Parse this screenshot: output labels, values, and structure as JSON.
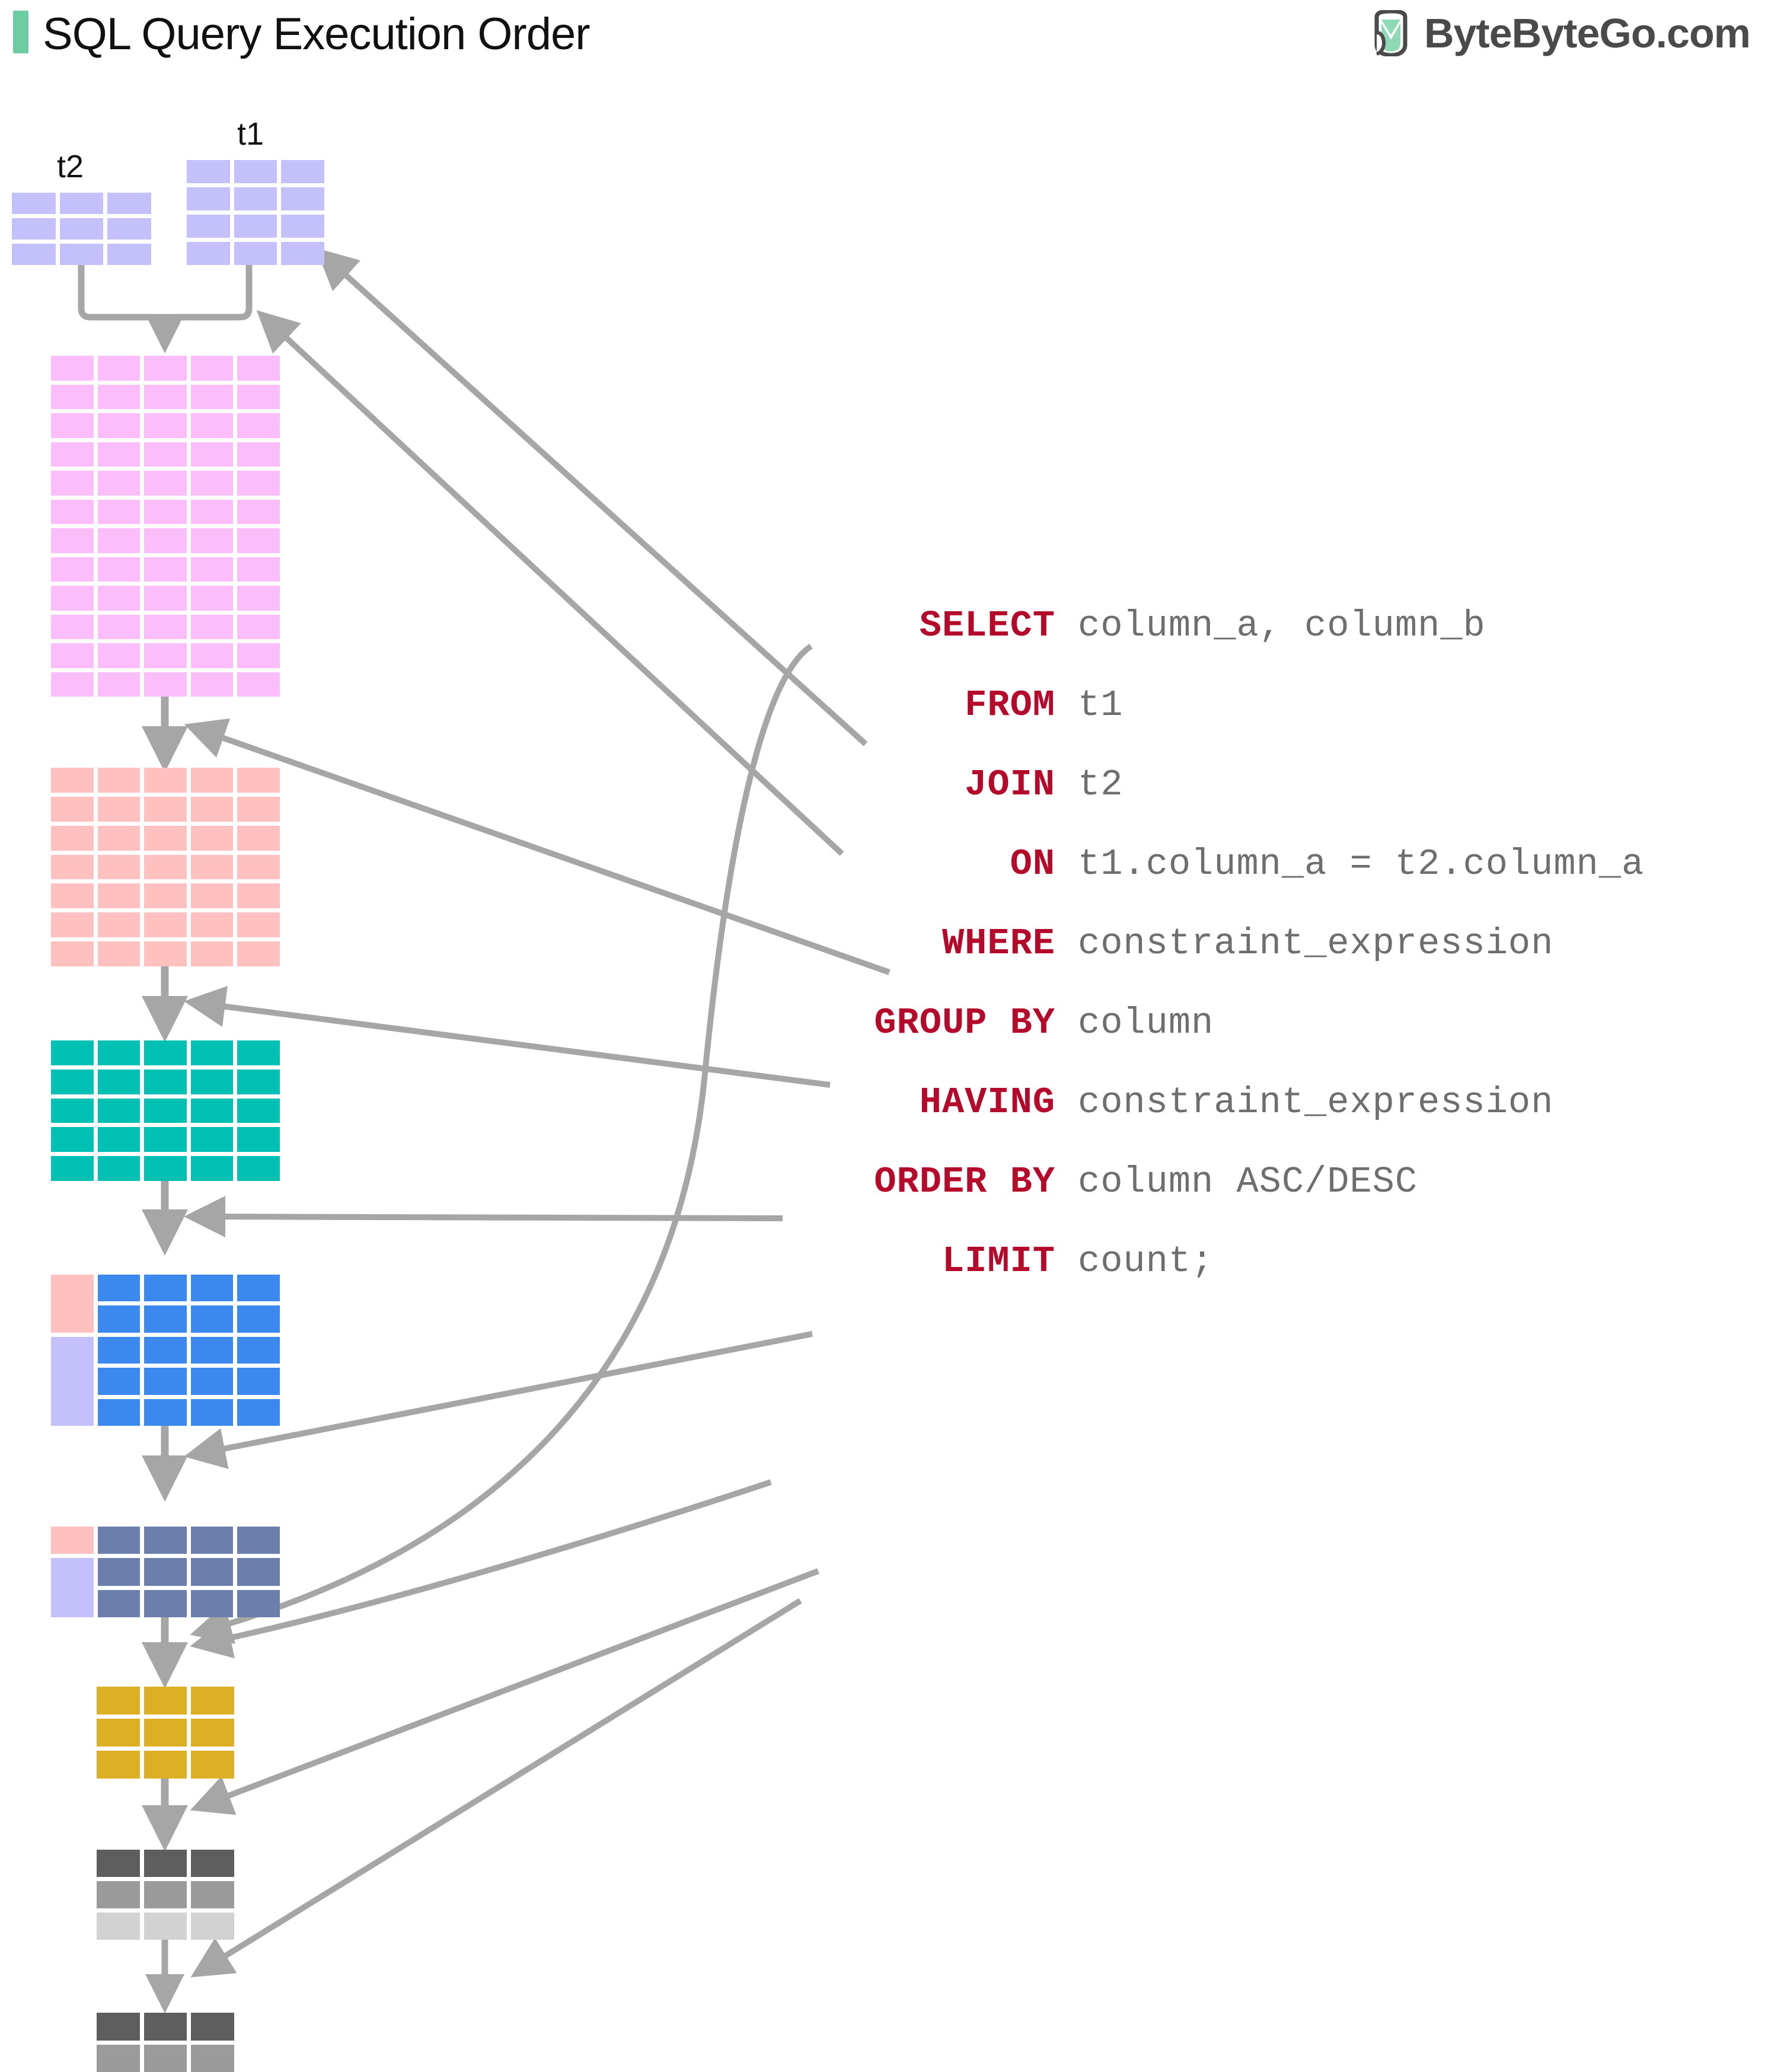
{
  "header": {
    "title": "SQL Query Execution Order",
    "accent_color": "#6ECCA2",
    "brand_name": "ByteByteGo.com",
    "brand_icon": "bytebytego-logo-icon"
  },
  "tables": {
    "t2_label": "t2",
    "t1_label": "t1"
  },
  "sql": {
    "lines": [
      {
        "keyword": "SELECT",
        "expression": "column_a, column_b"
      },
      {
        "keyword": "FROM",
        "expression": "t1"
      },
      {
        "keyword": "JOIN",
        "expression": "t2"
      },
      {
        "keyword": "ON",
        "expression": "t1.column_a = t2.column_a"
      },
      {
        "keyword": "WHERE",
        "expression": "constraint_expression"
      },
      {
        "keyword": "GROUP BY",
        "expression": "column"
      },
      {
        "keyword": "HAVING",
        "expression": "constraint_expression"
      },
      {
        "keyword": "ORDER BY",
        "expression": "column ASC/DESC"
      },
      {
        "keyword": "LIMIT",
        "expression": "count;"
      }
    ],
    "keyword_color": "#B4092A",
    "expression_color": "#6E6E6E"
  },
  "stages": [
    {
      "name": "t2",
      "color": "#C3C0FC",
      "cols": 3,
      "rows": 3
    },
    {
      "name": "t1",
      "color": "#C3C0FC",
      "cols": 3,
      "rows": 4
    },
    {
      "name": "join-result",
      "color": "#FCBDFB",
      "cols": 5,
      "rows": 12
    },
    {
      "name": "where-result",
      "color": "#FFC0C0",
      "cols": 5,
      "rows": 7
    },
    {
      "name": "group-result",
      "color": "#00BFB3",
      "cols": 5,
      "rows": 5
    },
    {
      "name": "having-result",
      "color": "#3B88EE",
      "cols": 5,
      "rows": 5,
      "group_key_top": "#FFC0C0",
      "group_key_bottom": "#C3C0FC"
    },
    {
      "name": "order-result",
      "color": "#6C7FAC",
      "cols": 5,
      "rows": 3,
      "group_key_top": "#FFC0C0",
      "group_key_bottom": "#C3C0FC"
    },
    {
      "name": "select-result",
      "color": "#DDAF24",
      "cols": 3,
      "rows": 3
    },
    {
      "name": "sorted-result",
      "color": "#5E5E5E",
      "cols": 3,
      "rows": 3,
      "row_shades": [
        "#5E5E5E",
        "#9B9B9B",
        "#D2D2D2"
      ]
    },
    {
      "name": "limit-result",
      "color": "#5E5E5E",
      "cols": 3,
      "rows": 2,
      "row_shades": [
        "#5E5E5E",
        "#9B9B9B"
      ]
    }
  ],
  "connectors": {
    "stroke_color": "#A6A6A6",
    "mapping": [
      {
        "keyword": "SELECT",
        "target": "select-result-arrow"
      },
      {
        "keyword": "FROM",
        "target": "t1"
      },
      {
        "keyword": "JOIN",
        "target": "join-merge-point"
      },
      {
        "keyword": "ON",
        "target": "join-result-arrow"
      },
      {
        "keyword": "WHERE",
        "target": "where-result-arrow"
      },
      {
        "keyword": "GROUP BY",
        "target": "group-result-arrow"
      },
      {
        "keyword": "HAVING",
        "target": "having-result-arrow"
      },
      {
        "keyword": "ORDER BY",
        "target": "order-result-arrow"
      },
      {
        "keyword": "LIMIT",
        "target": "limit-result-arrow"
      }
    ]
  }
}
